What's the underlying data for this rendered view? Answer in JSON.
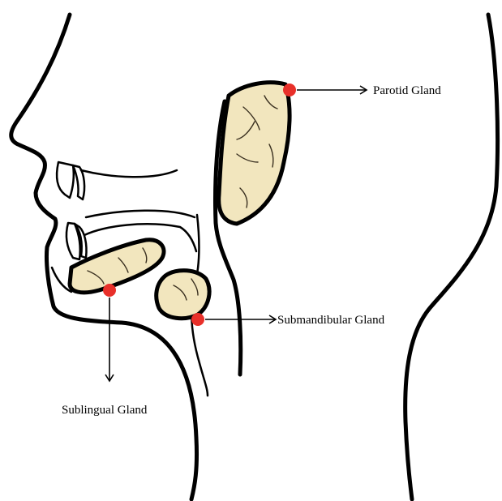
{
  "labels": {
    "parotid": "Parotid Gland",
    "submandibular": "Submandibular Gland",
    "sublingual": "Sublingual Gland"
  },
  "colors": {
    "gland_fill": "#f2e6be",
    "marker": "#e8302a",
    "outline": "#000000",
    "background": "#ffffff"
  }
}
